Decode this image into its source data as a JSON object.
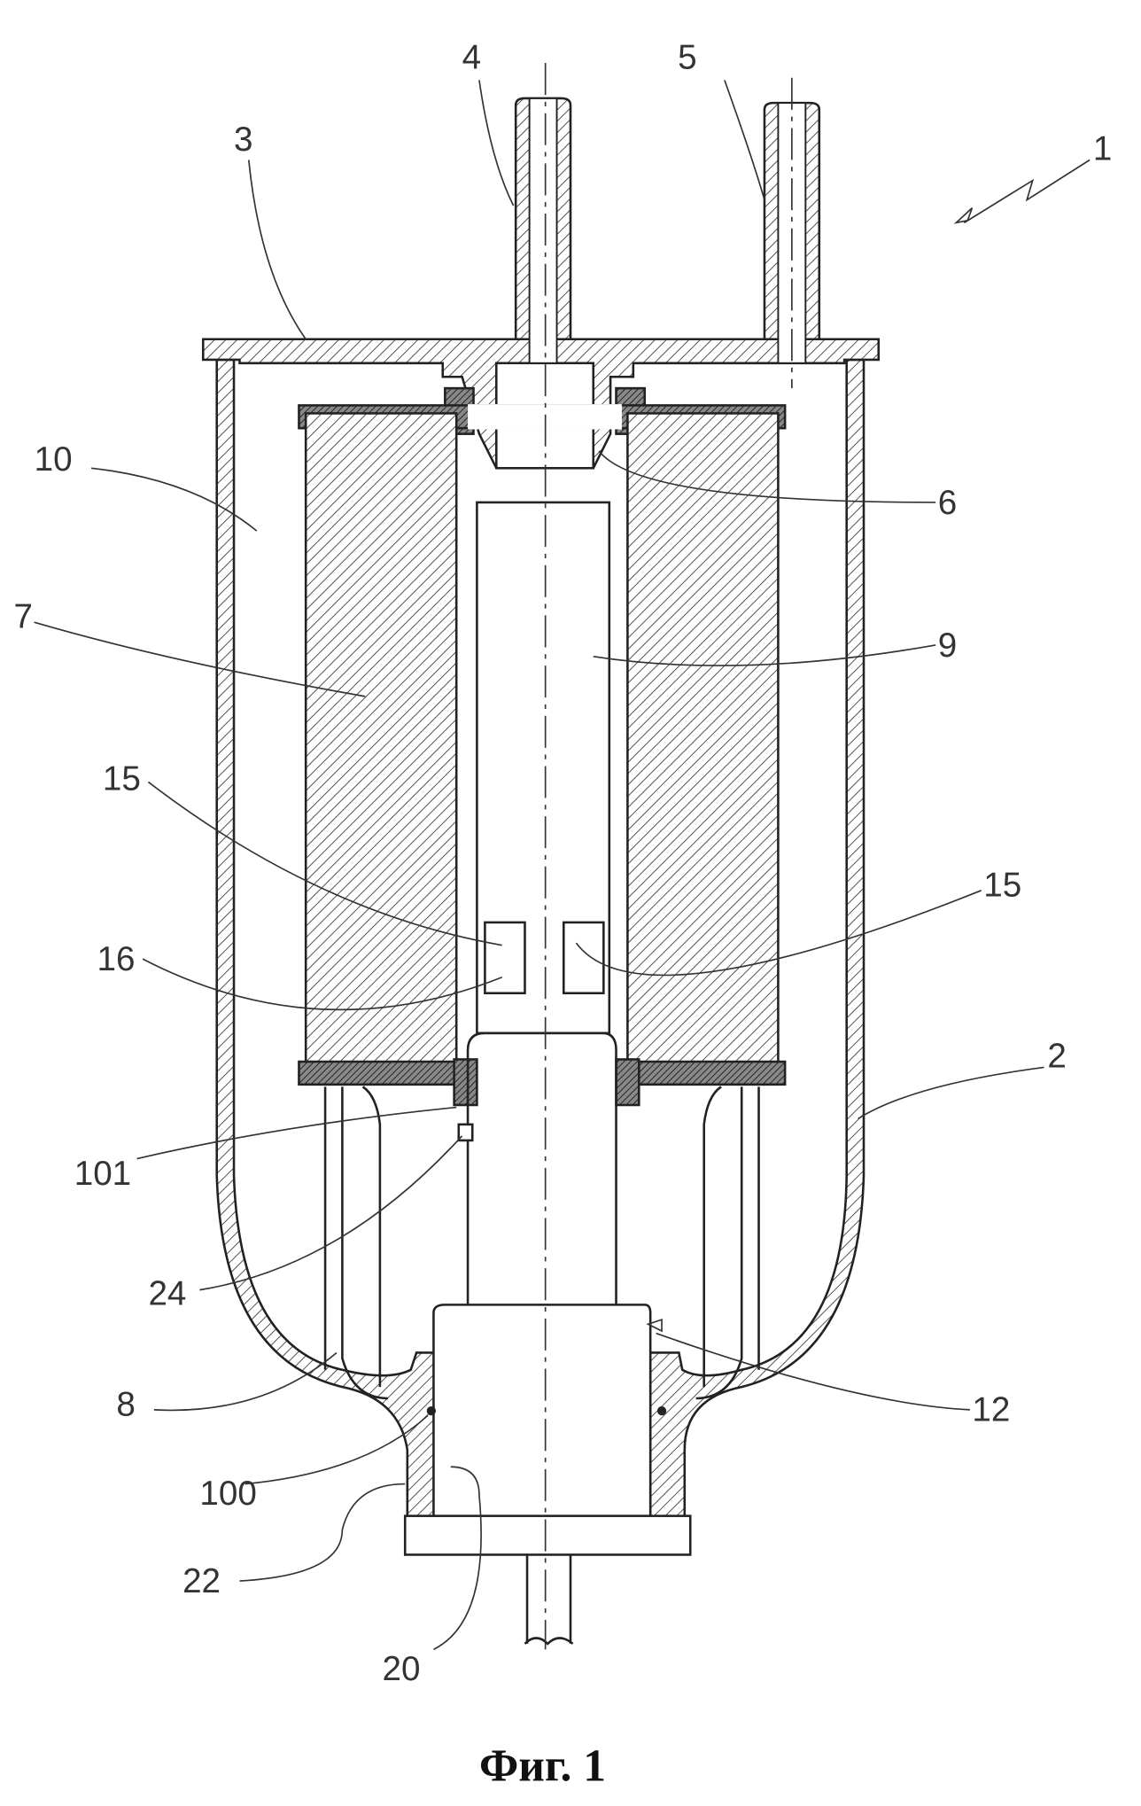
{
  "figure": {
    "caption": "Фиг. 1",
    "labels": {
      "l1": "1",
      "l2": "2",
      "l3": "3",
      "l4": "4",
      "l5": "5",
      "l6": "6",
      "l7": "7",
      "l8": "8",
      "l9": "9",
      "l10": "10",
      "l12": "12",
      "l15a": "15",
      "l15b": "15",
      "l16": "16",
      "l20": "20",
      "l22": "22",
      "l24": "24",
      "l100": "100",
      "l101": "101"
    }
  }
}
